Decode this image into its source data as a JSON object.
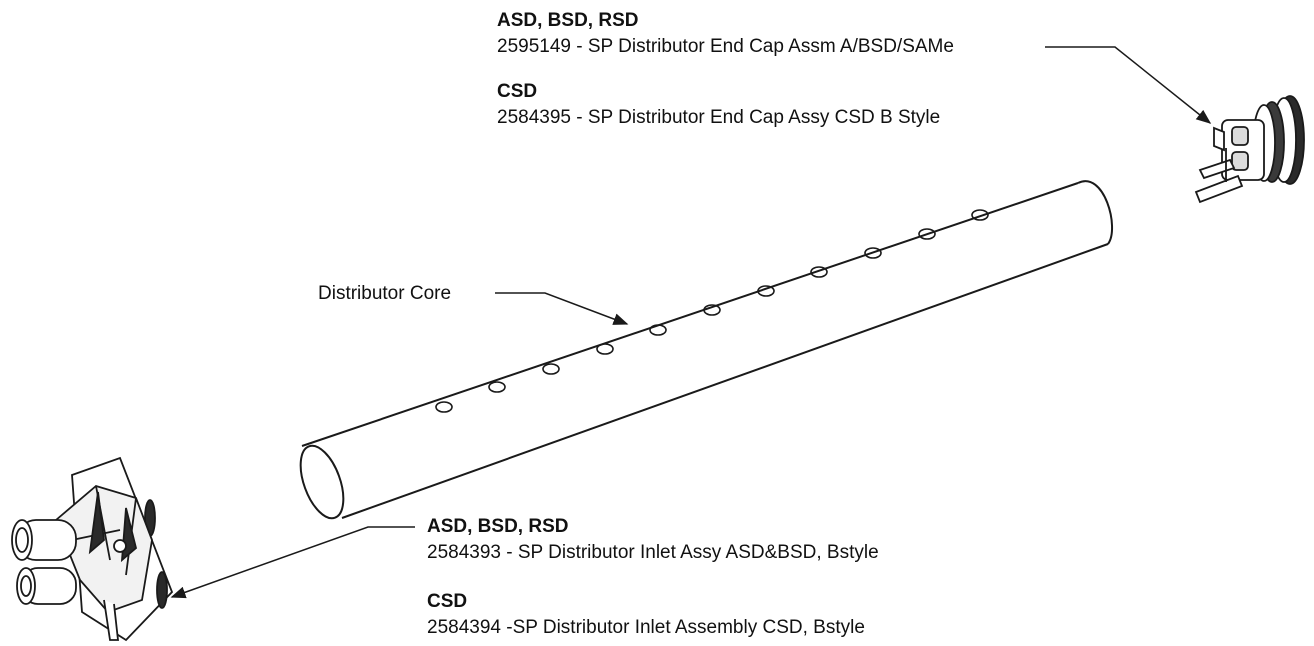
{
  "end_cap": {
    "group1": {
      "heading": "ASD, BSD, RSD",
      "part": "2595149 - SP Distributor End Cap Assm A/BSD/SAMe"
    },
    "group2": {
      "heading": "CSD",
      "part": "2584395 - SP Distributor End Cap Assy CSD B Style"
    }
  },
  "core": {
    "label": "Distributor Core"
  },
  "inlet": {
    "group1": {
      "heading": "ASD, BSD, RSD",
      "part": "2584393 - SP Distributor Inlet Assy ASD&BSD, Bstyle"
    },
    "group2": {
      "heading": "CSD",
      "part": "2584394 -SP Distributor Inlet Assembly CSD, Bstyle"
    }
  },
  "colors": {
    "line": "#1a1a1a",
    "background": "#ffffff"
  }
}
